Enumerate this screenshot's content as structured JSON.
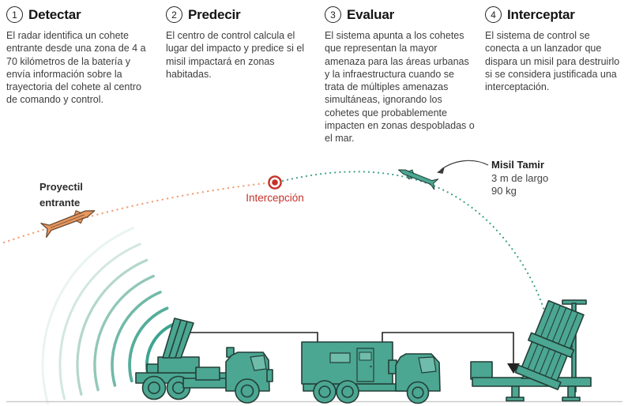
{
  "steps": [
    {
      "number": "1",
      "title": "Detectar",
      "body": "El radar identifica un cohete entrante desde una zona de 4 a 70 kilómetros de la batería y envía información sobre la trayectoria del cohete al centro de comando y control."
    },
    {
      "number": "2",
      "title": "Predecir",
      "body": "El centro de control calcula el lugar del impacto y predice si el misil impactará en zonas habitadas."
    },
    {
      "number": "3",
      "title": "Evaluar",
      "body": "El sistema apunta a los cohetes que representan la mayor amenaza para las áreas urbanas y la infraestructura cuando se trata de múltiples amenazas simultáneas, ignorando los cohetes que probablemente impacten en zonas despobladas o el mar."
    },
    {
      "number": "4",
      "title": "Interceptar",
      "body": "El sistema de control se conecta a un lanzador que dispara un misil para destruirlo si se considera justificada una interceptación."
    }
  ],
  "labels": {
    "incoming_projectile_line1": "Proyectil",
    "incoming_projectile_line2": "entrante",
    "interception": "Intercepción",
    "tamir_name": "Misil Tamir",
    "tamir_length": "3 m de largo",
    "tamir_weight": "90 kg"
  },
  "colors": {
    "accent_red": "#c5322a",
    "rocket_orange": "#e8985e",
    "trajectory_orange": "#f2a47c",
    "vehicle_teal": "#4ba692",
    "trajectory_teal": "#46a28e",
    "outline_dark": "#233f37",
    "ground_gray": "#cbcbcb"
  }
}
